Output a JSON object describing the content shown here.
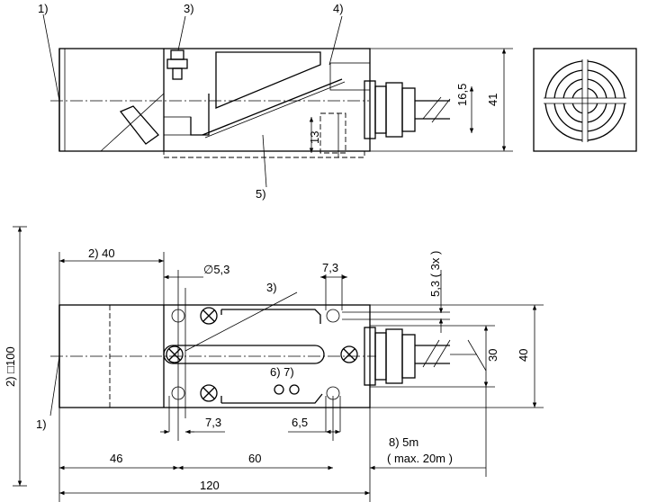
{
  "labels": {
    "l1_top": "1)",
    "l3_top": "3)",
    "l4": "4)",
    "l5": "5)",
    "l3_bottom": "3)",
    "l67": "6) 7)",
    "l1_bottom": "1)"
  },
  "dims": {
    "d40_top": "2) 40",
    "dia53": "∅5,3",
    "d73_top": "7,3",
    "d73_bottom": "7,3",
    "d65": "6,5",
    "d46": "46",
    "d60": "60",
    "d120": "120",
    "cable_len": "8) 5m",
    "cable_max": "( max. 20m )",
    "d13": "13",
    "d165": "16,5",
    "d41": "41",
    "d53x3": "5,3 ( 3x )",
    "d30": "30",
    "d40_right": "40",
    "d100": "2) □100"
  }
}
